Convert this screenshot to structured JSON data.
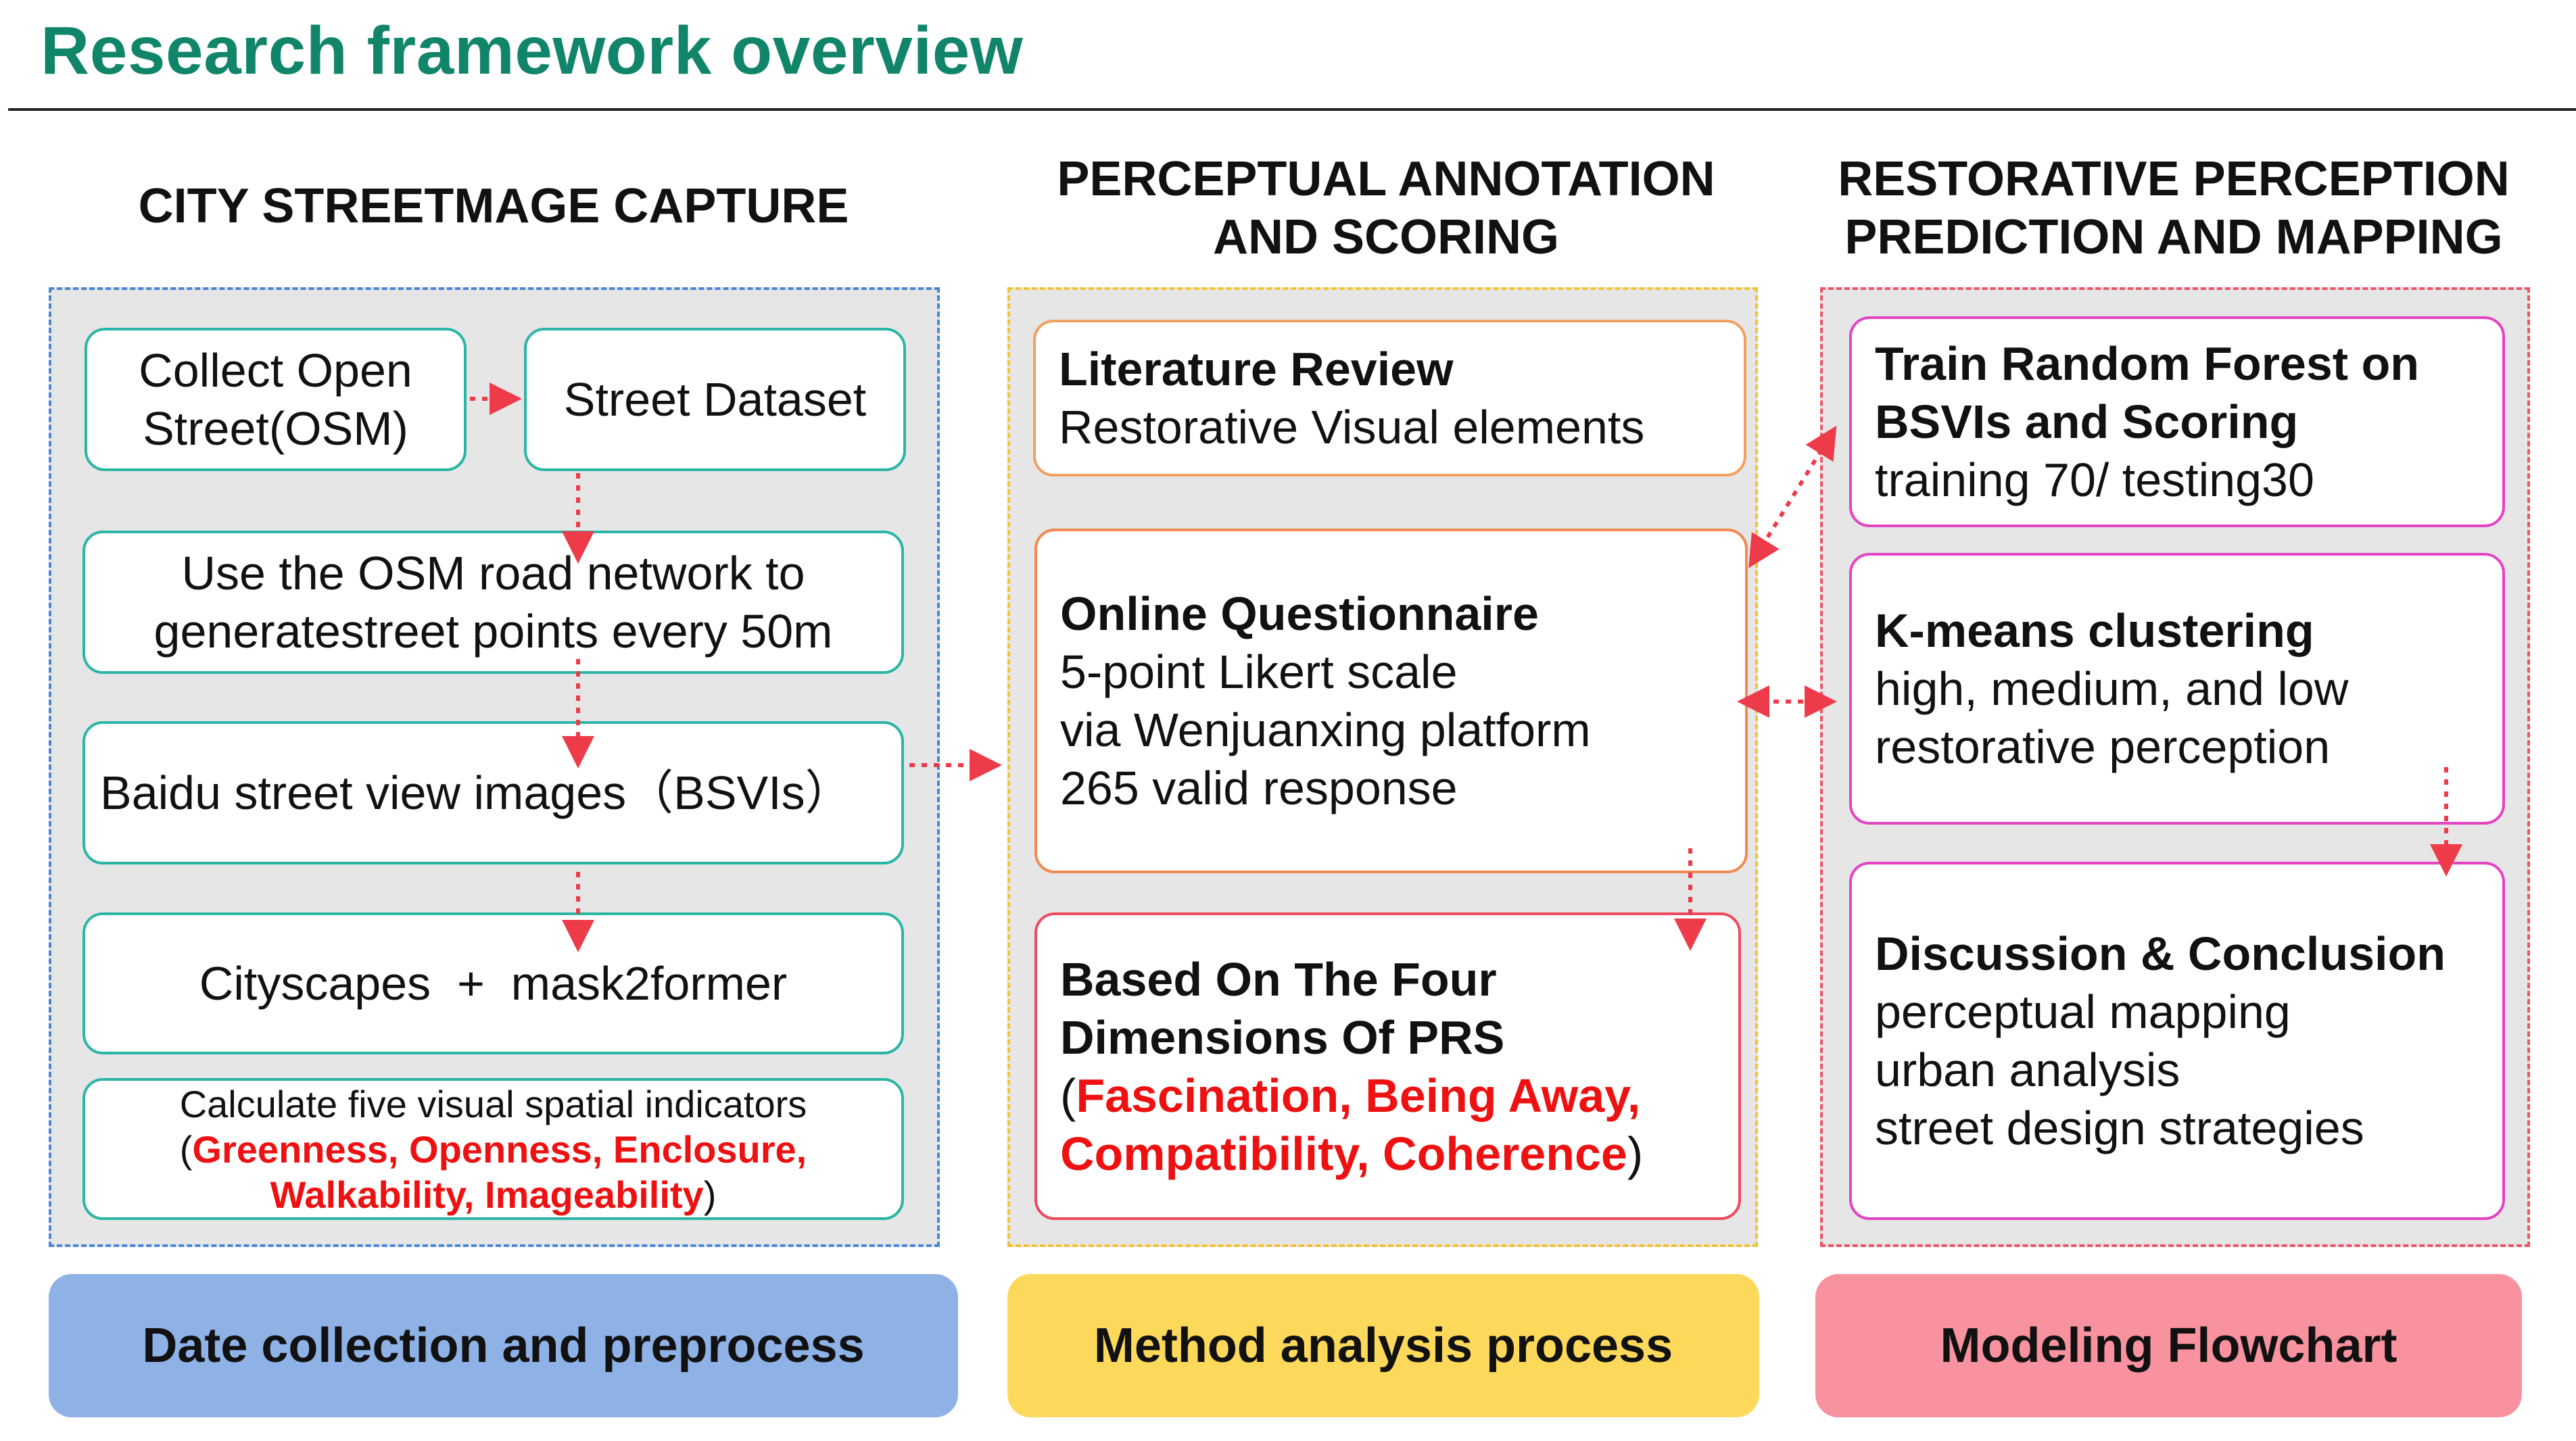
{
  "title": "Research framework overview",
  "columns": [
    {
      "heading": "CITY STREETMAGE CAPTURE",
      "footer": "Date collection and preprocess",
      "boxes": {
        "collect": "Collect Open Street(OSM)",
        "dataset": "Street Dataset",
        "network": "Use the OSM road network to generatestreet points every 50m",
        "baidu": "Baidu street view images（BSVIs）",
        "cityscapes": "Cityscapes  +  mask2former",
        "calc_line1": "Calculate five visual spatial indicators",
        "calc_open": "(",
        "calc_red1": "Greenness, Openness, Enclosure,",
        "calc_red2": "Walkability, Imageability",
        "calc_close": ")"
      }
    },
    {
      "heading_line1": "PERCEPTUAL ANNOTATION",
      "heading_line2": "AND SCORING",
      "footer": "Method analysis process",
      "boxes": {
        "lit_title": "Literature Review",
        "lit_body": "Restorative Visual elements",
        "q_title": "Online Questionnaire",
        "q_line1": "5-point Likert scale",
        "q_line2": "via Wenjuanxing platform",
        "q_line3": "265 valid response",
        "prs_line1": "Based On The Four",
        "prs_line2": "Dimensions Of PRS",
        "prs_open": "(",
        "prs_red1": "Fascination, Being Away,",
        "prs_red2": "Compatibility, Coherence",
        "prs_close": ")"
      }
    },
    {
      "heading_line1": "RESTORATIVE PERCEPTION",
      "heading_line2": "PREDICTION AND MAPPING",
      "footer": "Modeling Flowchart",
      "boxes": {
        "rf_line1": "Train Random Forest on",
        "rf_line2": "BSVIs and Scoring",
        "rf_line3": "training 70/ testing30",
        "km_title": "K-means clustering",
        "km_line1": "high, medium, and low",
        "km_line2": "restorative perception",
        "dc_title": "Discussion & Conclusion",
        "dc_line1": "perceptual mapping",
        "dc_line2": "urban analysis",
        "dc_line3": "street design strategies"
      }
    }
  ],
  "colors": {
    "title": "#11856a",
    "panel_blue": "#4a86d8",
    "panel_yellow": "#f2c230",
    "panel_red": "#ee5566",
    "footer_blue": "#8eb1e6",
    "footer_yellow": "#fcd95a",
    "footer_pink": "#f8929f",
    "arrow": "#ee3b4a",
    "highlight": "#ee1111"
  }
}
